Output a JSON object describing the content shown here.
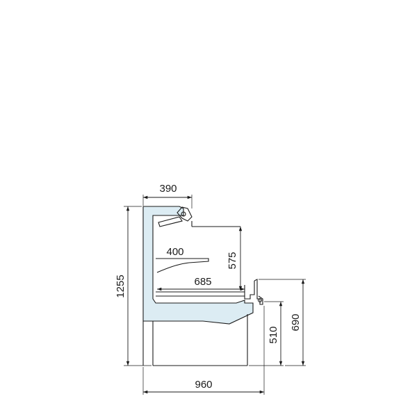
{
  "dimensions": {
    "overall_height": "1255",
    "top_depth": "390",
    "shelf_depth": "400",
    "inner_height": "575",
    "base_depth": "685",
    "counter_height": "510",
    "front_height": "690",
    "overall_depth": "960"
  },
  "colors": {
    "insulation": "#dcecf3",
    "line": "#1a1a1a"
  }
}
